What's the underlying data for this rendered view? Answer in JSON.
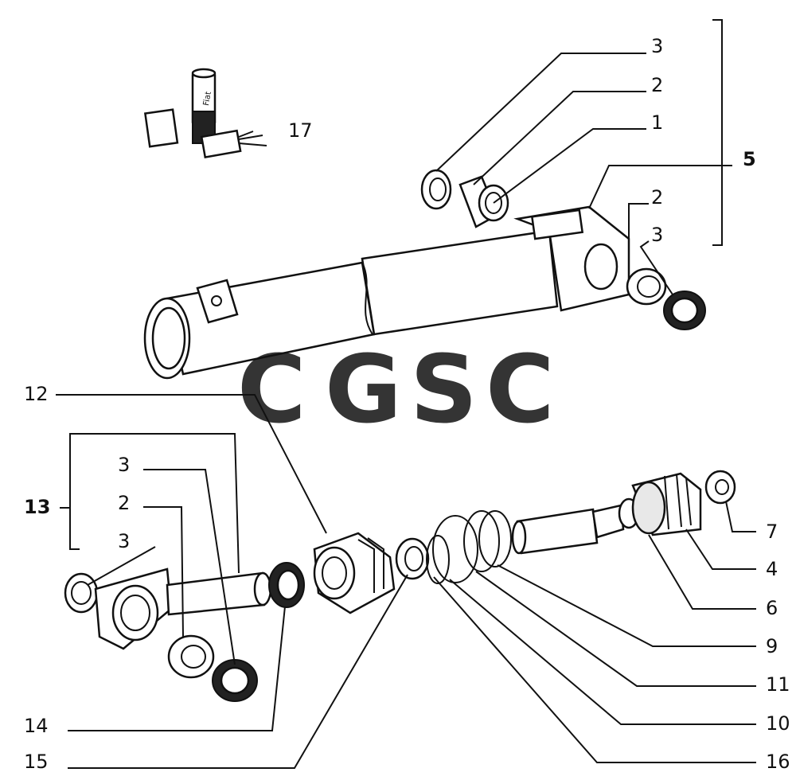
{
  "labels": {
    "l17": "17",
    "l3a": "3",
    "l2a": "2",
    "l1": "1",
    "l5": "5",
    "l2b": "2",
    "l3b": "3",
    "l12": "12",
    "l13": "13",
    "l3c": "3",
    "l2c": "2",
    "l3d": "3",
    "l7": "7",
    "l4": "4",
    "l6": "6",
    "l9": "9",
    "l11": "11",
    "l10": "10",
    "l14": "14",
    "l15": "15",
    "l16": "16"
  },
  "watermark": {
    "c1": "C",
    "g": "G",
    "s": "S",
    "c2": "C",
    "colors": {
      "c1": "#5b8def",
      "g": "#ee8073",
      "s": "#f4cf5e",
      "c2": "#5dbb8a"
    }
  },
  "kit_stamp": "Fiat"
}
